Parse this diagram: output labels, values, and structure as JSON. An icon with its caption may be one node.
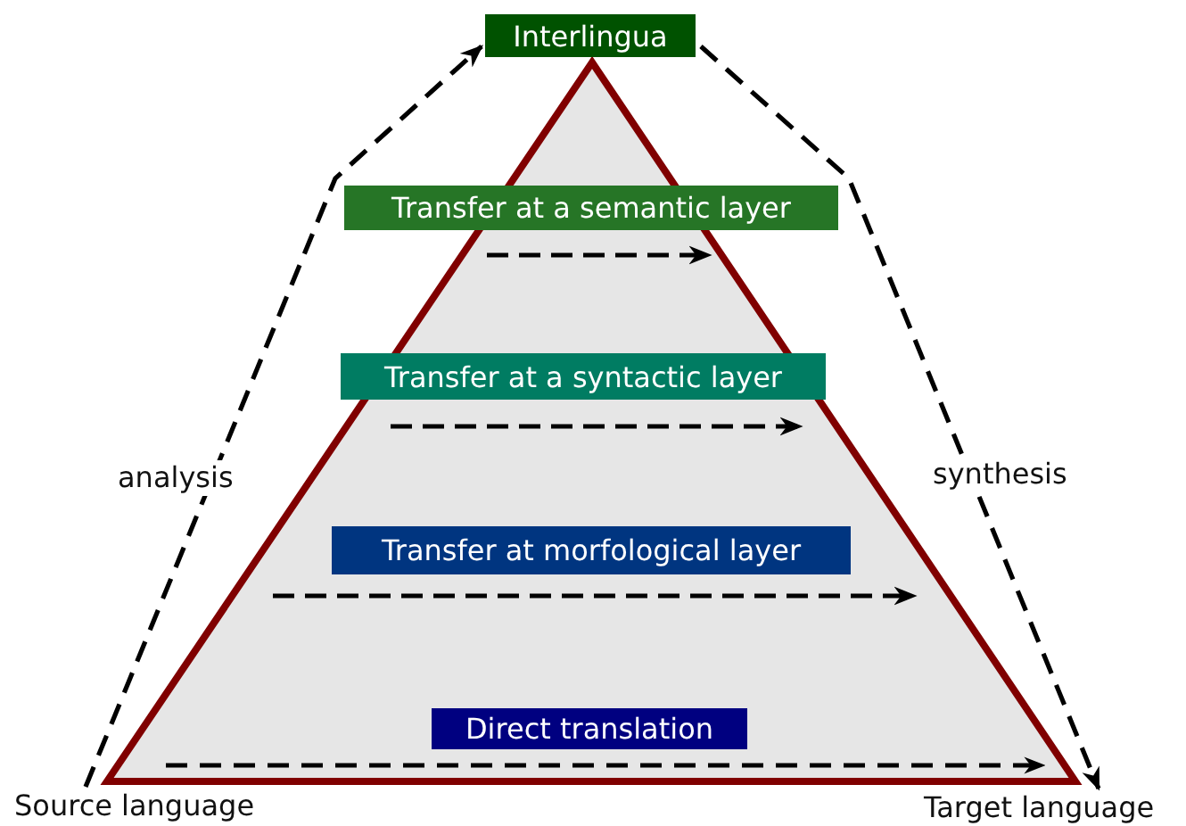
{
  "diagram": {
    "nodes": [
      {
        "text": [
          "Interlingua"
        ]
      },
      {
        "text": [
          "Transfer at a semantic layer"
        ]
      },
      {
        "text": [
          "Transfer at a syntactic layer"
        ]
      },
      {
        "text": [
          "Transfer at morfological layer"
        ]
      },
      {
        "text": [
          "Direct translation"
        ]
      },
      {
        "text": [
          "Source language"
        ]
      },
      {
        "text": [
          "Target language"
        ]
      }
    ],
    "edges": [
      {
        "from": 5,
        "to": 0,
        "arrow": "to",
        "label": "analysis",
        "style": "dashed"
      },
      {
        "from": 0,
        "to": 6,
        "arrow": "to",
        "label": "synthesis",
        "style": "dashed"
      },
      {
        "from": 5,
        "to": 6,
        "arrow": "to",
        "style": "dashed"
      }
    ]
  }
}
